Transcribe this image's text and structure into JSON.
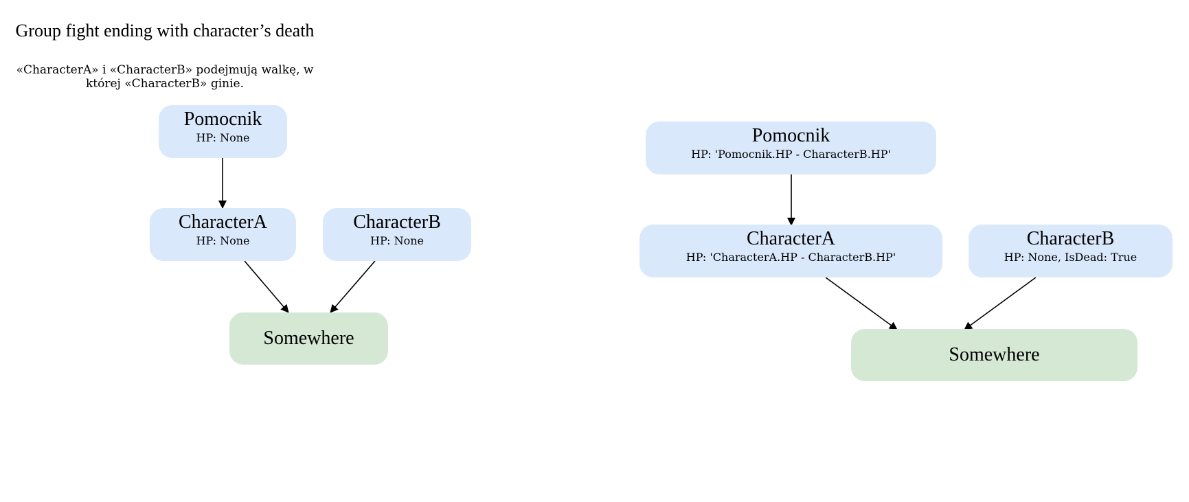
{
  "title": "Group fight ending with character’s death",
  "subtitle": "«CharacterA» i «CharacterB» podejmują walkę, w której «CharacterB» ginie.",
  "colors": {
    "character_fill": "#dae8fc",
    "place_fill": "#d5e8d4",
    "edge": "#000000"
  },
  "before": {
    "pomocnik": {
      "name": "Pomocnik",
      "attr": "HP: None"
    },
    "character_a": {
      "name": "CharacterA",
      "attr": "HP: None"
    },
    "character_b": {
      "name": "CharacterB",
      "attr": "HP: None"
    },
    "place": {
      "name": "Somewhere"
    }
  },
  "after": {
    "pomocnik": {
      "name": "Pomocnik",
      "attr": "HP: 'Pomocnik.HP - CharacterB.HP'"
    },
    "character_a": {
      "name": "CharacterA",
      "attr": "HP: 'CharacterA.HP - CharacterB.HP'"
    },
    "character_b": {
      "name": "CharacterB",
      "attr": "HP: None, IsDead: True"
    },
    "place": {
      "name": "Somewhere"
    }
  }
}
